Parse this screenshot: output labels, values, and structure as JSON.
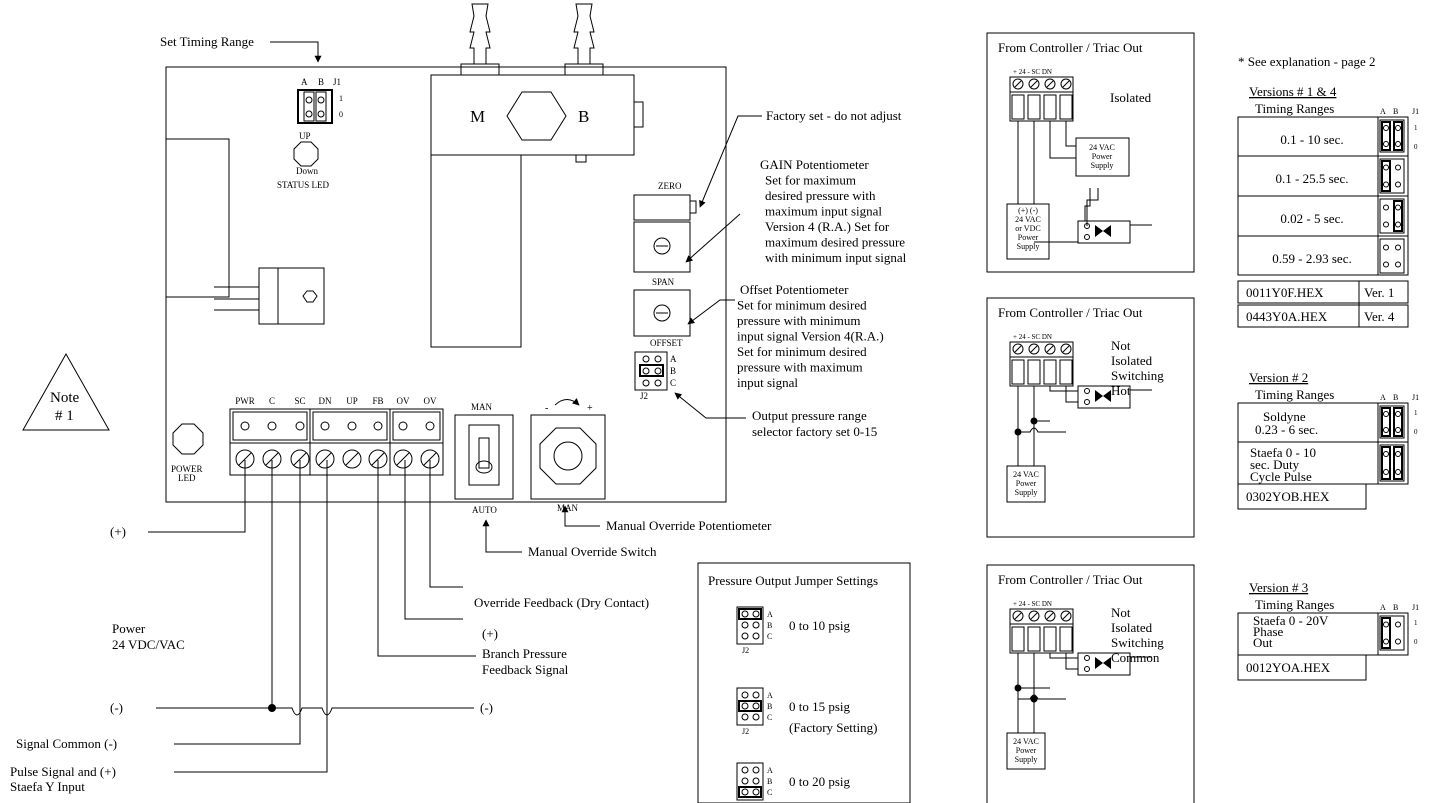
{
  "board": {
    "set_timing_range": "Set Timing Range",
    "j1_a": "A",
    "j1_b": "B",
    "j1_name": "J1",
    "j1_row1": "1",
    "j1_row0": "0",
    "up": "UP",
    "down": "Down",
    "status_led": "STATUS LED",
    "valve_m": "M",
    "valve_b": "B",
    "zero": "ZERO",
    "span": "SPAN",
    "offset": "OFFSET",
    "j2_a": "A",
    "j2_b": "B",
    "j2_c": "C",
    "j2_name": "J2",
    "power_led_1": "POWER",
    "power_led_2": "LED",
    "terminals": [
      "PWR",
      "C",
      "SC",
      "DN",
      "UP",
      "FB",
      "OV",
      "OV"
    ],
    "man_top": "MAN",
    "auto": "AUTO",
    "man_pot": "MAN",
    "minus": "-",
    "plus": "+"
  },
  "callouts": {
    "factory_set": "Factory set - do not adjust",
    "gain": [
      "GAIN Potentiometer",
      "Set for maximum",
      "desired pressure with",
      "maximum input signal",
      "Version 4 (R.A.) Set for",
      "maximum desired pressure",
      "with minimum input signal"
    ],
    "offset": [
      "Offset Potentiometer",
      "Set for minimum desired",
      "pressure with minimum",
      "input signal Version 4(R.A.)",
      "Set for minimum desired",
      "pressure with maximum",
      "input signal"
    ],
    "output_range": [
      "Output pressure range",
      "selector factory set 0-15"
    ],
    "manual_override_pot": "Manual Override Potentiometer",
    "manual_override_switch": "Manual Override Switch",
    "override_feedback": "Override Feedback (Dry Contact)",
    "branch_plus": "(+)",
    "branch_1": "Branch Pressure",
    "branch_2": "Feedback Signal",
    "minus_right": "(-)"
  },
  "left_labels": {
    "plus": "(+)",
    "power_1": "Power",
    "power_2": "24 VDC/VAC",
    "minus": "(-)",
    "signal_common": "Signal Common (-)",
    "pulse_1": "Pulse Signal and (+)",
    "pulse_2": "Staefa Y Input"
  },
  "note": {
    "line1": "Note",
    "line2": "# 1"
  },
  "jumper_settings": {
    "title": "Pressure Output Jumper Settings",
    "letters": [
      "A",
      "B",
      "C"
    ],
    "j2": "J2",
    "options": [
      "0 to 10 psig",
      "0 to 15 psig",
      "0 to 20 psig"
    ],
    "factory": "(Factory Setting)"
  },
  "controllers": {
    "title": "From Controller / Triac Out",
    "terminal_labels": "+ 24 -   SC DN",
    "panel1": [
      "Isolated"
    ],
    "panel2": [
      "Not",
      "Isolated",
      "Switching",
      "Hot"
    ],
    "panel3": [
      "Not",
      "Isolated",
      "Switching",
      "Common"
    ],
    "supply_24vac": [
      "24 VAC",
      "Power",
      "Supply"
    ],
    "supply_vdc": [
      "(+)    (-)",
      "24 VAC",
      "or VDC",
      "Power",
      "Supply"
    ]
  },
  "versions": {
    "see_explanation": "* See explanation - page 2",
    "v14_title": "Versions # 1 & 4",
    "timing_ranges": "Timing Ranges",
    "a": "A",
    "b": "B",
    "j1": "J1",
    "one": "1",
    "zero": "0",
    "v14_ranges": [
      "0.1 - 10 sec.",
      "0.1 - 25.5 sec.",
      "0.02 - 5 sec.",
      "0.59 - 2.93 sec."
    ],
    "v14_hex": [
      "0011Y0F.HEX",
      "0443Y0A.HEX"
    ],
    "v14_ver": [
      "Ver. 1",
      "Ver. 4"
    ],
    "v2_title": "Version # 2",
    "v2_r1": [
      "Soldyne",
      "0.23 - 6 sec."
    ],
    "v2_r2": [
      "Staefa 0 - 10",
      "sec. Duty",
      "Cycle Pulse"
    ],
    "v2_hex": "0302YOB.HEX",
    "v3_title": "Version # 3",
    "v3_r1": [
      "Staefa 0 - 20V",
      "Phase",
      "Out"
    ],
    "v3_hex": "0012YOA.HEX"
  }
}
